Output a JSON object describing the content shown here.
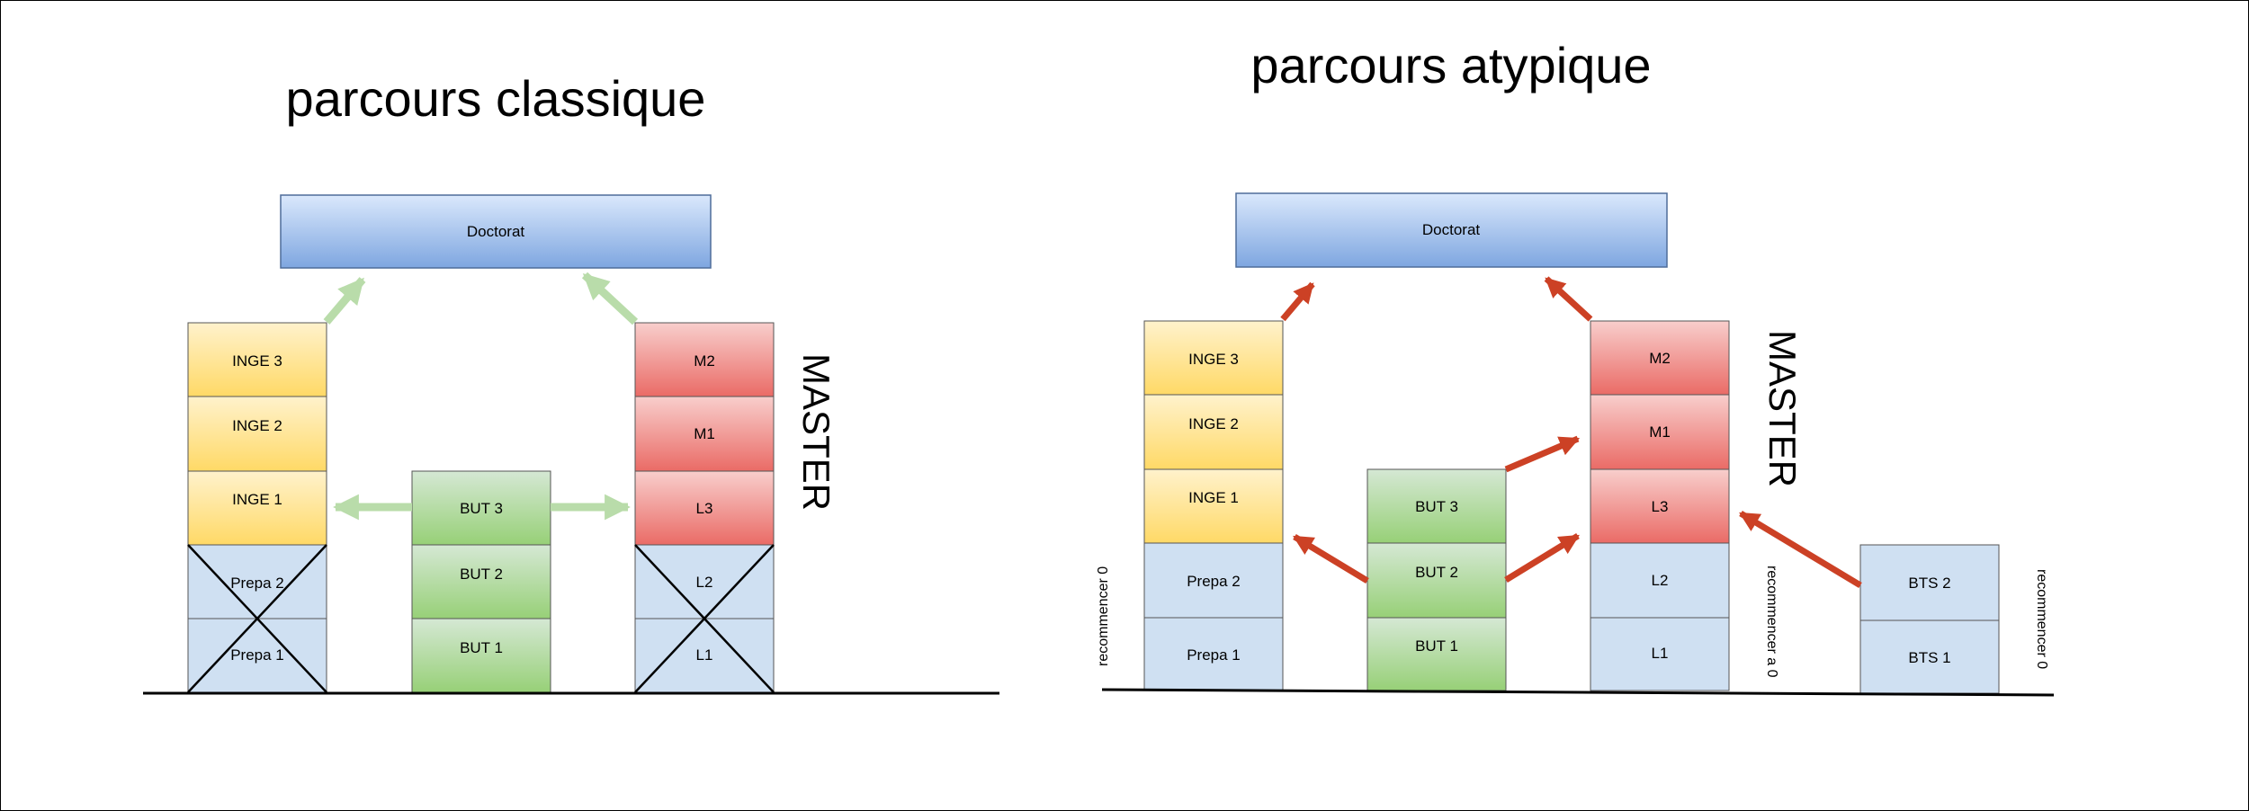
{
  "left": {
    "title": "parcours classique",
    "doctorat": "Doctorat",
    "inge": [
      "INGE 3",
      "INGE 2",
      "INGE 1"
    ],
    "prepa": [
      "Prepa 2",
      "Prepa 1"
    ],
    "but": [
      "BUT 3",
      "BUT 2",
      "BUT 1"
    ],
    "m": [
      "M2",
      "M1",
      "L3"
    ],
    "l": [
      "L2",
      "L1"
    ],
    "master_label": "MASTER"
  },
  "right": {
    "title": "parcours atypique",
    "doctorat": "Doctorat",
    "inge": [
      "INGE 3",
      "INGE 2",
      "INGE 1"
    ],
    "prepa": [
      "Prepa 2",
      "Prepa 1"
    ],
    "but": [
      "BUT 3",
      "BUT 2",
      "BUT 1"
    ],
    "m": [
      "M2",
      "M1",
      "L3"
    ],
    "l": [
      "L2",
      "L1"
    ],
    "bts": [
      "BTS 2",
      "BTS 1"
    ],
    "master_label": "MASTER",
    "restart_prepa": "recommencer 0",
    "restart_l": "recommencer a 0",
    "restart_bts": "recommencer 0"
  },
  "colors": {
    "yellow_top": "#fff2cc",
    "yellow_bot": "#ffd966",
    "red_top": "#f8cecc",
    "red_bot": "#ea6b66",
    "green_top": "#d5e8d4",
    "green_bot": "#97d077",
    "blue_light": "#cfe0f2",
    "blue_top": "#dae8fc",
    "blue_bot": "#7ea6e0",
    "arrow_green": "#b9dcaa",
    "arrow_red": "#cc4125"
  }
}
